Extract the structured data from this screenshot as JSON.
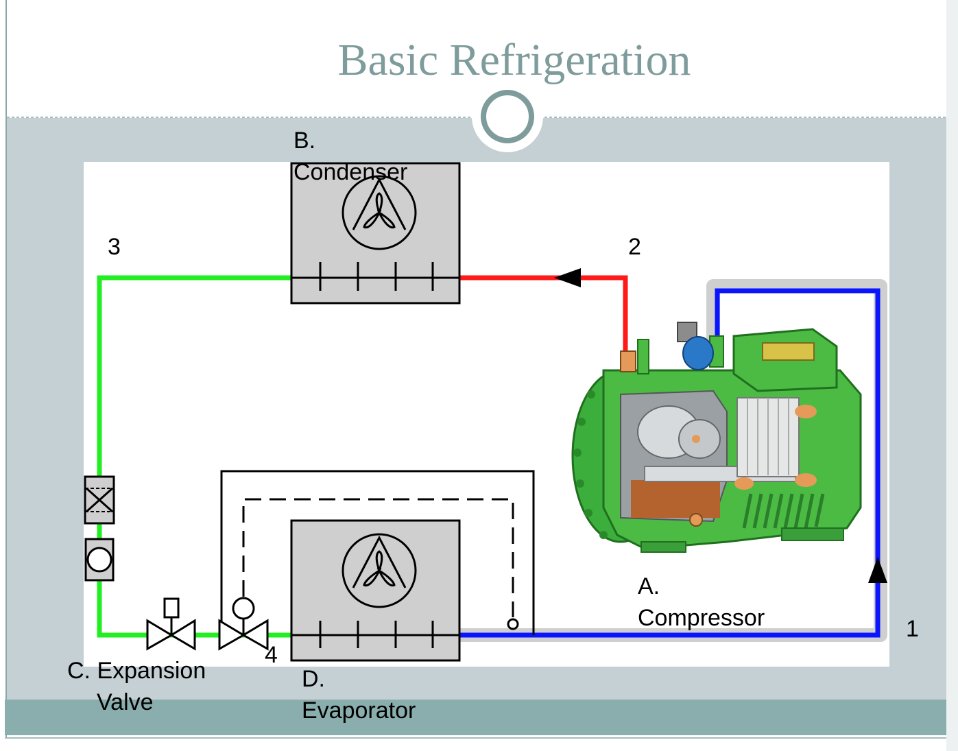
{
  "slide": {
    "title": "Basic Refrigeration"
  },
  "diagram": {
    "components": {
      "condenser": {
        "letter": "B.",
        "name": "Condenser"
      },
      "compressor": {
        "letter": "A.",
        "name": "Compressor"
      },
      "expansion_valve": {
        "letter": "C. Expansion",
        "name": "Valve"
      },
      "evaporator": {
        "letter": "D.",
        "name": "Evaporator"
      }
    },
    "state_points": [
      "1",
      "2",
      "3",
      "4"
    ],
    "line_colors": {
      "high_pressure_gas": "#ff1a1a",
      "high_pressure_liquid": "#22ee22",
      "low_pressure": "#0a14ff"
    }
  }
}
